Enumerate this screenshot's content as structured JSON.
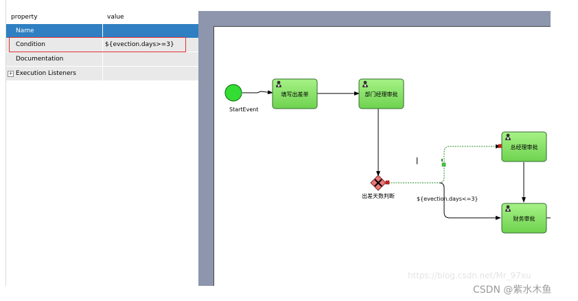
{
  "properties": {
    "header": {
      "property": "property",
      "value": "value"
    },
    "rows": [
      {
        "name": "Name",
        "value": ""
      },
      {
        "name": "Condition",
        "value": "${evection.days>=3}"
      },
      {
        "name": "Documentation",
        "value": ""
      },
      {
        "name": "Execution Listeners",
        "value": "",
        "expander": "+"
      }
    ]
  },
  "diagram": {
    "start_label": "StartEvent",
    "tasks": {
      "fill_form": "填写出差单",
      "dept_manager": "部门经理审批",
      "general_manager": "总经理审批",
      "finance": "财务审批"
    },
    "gateway_label": "出差天数判断",
    "condition_label": "${evection.days<=3}",
    "colors": {
      "task_fill": "#8fe86f",
      "task_border": "#2f6a2f",
      "gateway": "#e87878",
      "selected_flow": "#1f8a1f"
    }
  },
  "watermarks": {
    "url": "https://blog.csdn.net/Mr_97xu",
    "brand": "CSDN @紫水木鱼"
  }
}
